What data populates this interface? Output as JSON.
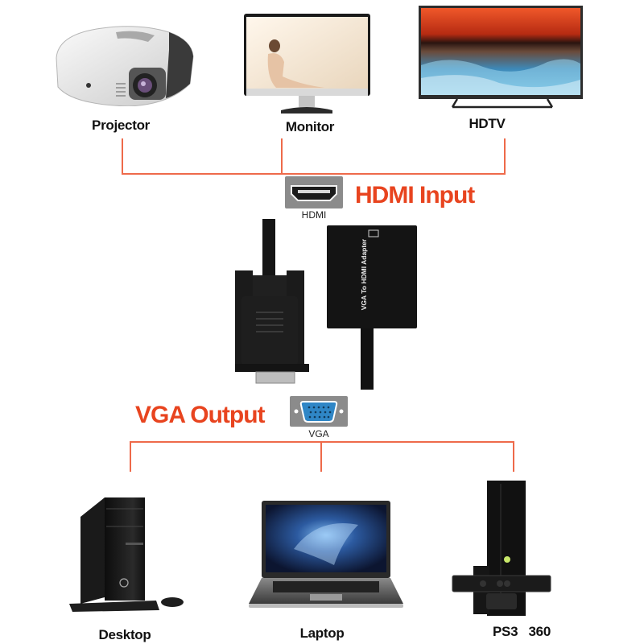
{
  "title": "VGA to HDMI Adapter connection diagram",
  "colors": {
    "accent": "#e8441f",
    "connector_line": "#ee6a4a",
    "port_plate": "#8b8b8b",
    "vga_port_blue": "#2f86c6",
    "adapter_body": "#141414"
  },
  "top_devices": [
    {
      "label": "Projector",
      "icon": "projector-icon"
    },
    {
      "label": "Monitor",
      "icon": "monitor-icon"
    },
    {
      "label": "HDTV",
      "icon": "hdtv-icon"
    }
  ],
  "hdmi": {
    "heading": "HDMI Input",
    "port_caption": "HDMI",
    "icon": "hdmi-port-icon"
  },
  "adapter": {
    "body_text": "VGA To HDMI Adapter",
    "icon": "vga-to-hdmi-adapter-icon"
  },
  "vga": {
    "heading": "VGA Output",
    "port_caption": "VGA",
    "icon": "vga-port-icon"
  },
  "bottom_devices": [
    {
      "label": "Desktop",
      "icon": "desktop-icon"
    },
    {
      "label": "Laptop",
      "icon": "laptop-icon"
    },
    {
      "label": "PS3   360",
      "icon": "game-console-icon"
    }
  ]
}
